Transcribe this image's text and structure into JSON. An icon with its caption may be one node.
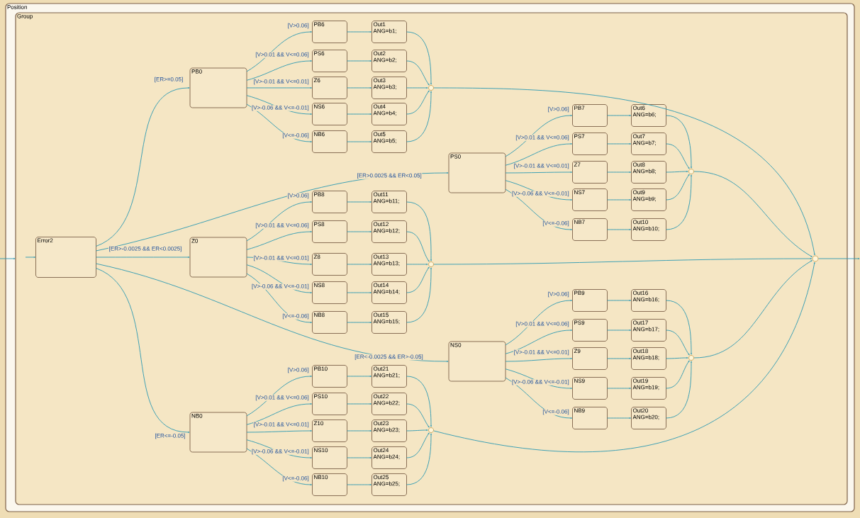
{
  "diagram": {
    "nodes": [
      {
        "text": [
          "Position"
        ]
      },
      {
        "text": [
          "Group"
        ],
        "in": 0
      },
      {
        "text": [
          "Error2"
        ],
        "in": 1
      },
      {
        "text": [
          "PB0"
        ],
        "in": 1
      },
      {
        "text": [
          "PS0"
        ],
        "in": 1
      },
      {
        "text": [
          "Z0"
        ],
        "in": 1
      },
      {
        "text": [
          "NS0"
        ],
        "in": 1
      },
      {
        "text": [
          "NB0"
        ],
        "in": 1
      },
      {
        "text": [
          "PB6"
        ],
        "in": 1
      },
      {
        "text": [
          "Out1",
          "ANG=b1;"
        ],
        "in": 1
      },
      {
        "text": [
          "PS6"
        ],
        "in": 1
      },
      {
        "text": [
          "Out2",
          "ANG=b2;"
        ],
        "in": 1
      },
      {
        "text": [
          "Z6"
        ],
        "in": 1
      },
      {
        "text": [
          "Out3",
          "ANG=b3;"
        ],
        "in": 1
      },
      {
        "text": [
          "NS6"
        ],
        "in": 1
      },
      {
        "text": [
          "Out4",
          "ANG=b4;"
        ],
        "in": 1
      },
      {
        "text": [
          "NB6"
        ],
        "in": 1
      },
      {
        "text": [
          "Out5",
          "ANG=b5;"
        ],
        "in": 1
      },
      {
        "text": [
          "PB7"
        ],
        "in": 1
      },
      {
        "text": [
          "Out6",
          "ANG=b6;"
        ],
        "in": 1
      },
      {
        "text": [
          "PS7"
        ],
        "in": 1
      },
      {
        "text": [
          "Out7",
          "ANG=b7;"
        ],
        "in": 1
      },
      {
        "text": [
          "Z7"
        ],
        "in": 1
      },
      {
        "text": [
          "Out8",
          "ANG=b8;"
        ],
        "in": 1
      },
      {
        "text": [
          "NS7"
        ],
        "in": 1
      },
      {
        "text": [
          "Out9",
          "ANG=b9;"
        ],
        "in": 1
      },
      {
        "text": [
          "NB7"
        ],
        "in": 1
      },
      {
        "text": [
          "Out10",
          "ANG=b10;"
        ],
        "in": 1
      },
      {
        "text": [
          "PB8"
        ],
        "in": 1
      },
      {
        "text": [
          "Out11",
          "ANG=b11;"
        ],
        "in": 1
      },
      {
        "text": [
          "PS8"
        ],
        "in": 1
      },
      {
        "text": [
          "Out12",
          "ANG=b12;"
        ],
        "in": 1
      },
      {
        "text": [
          "Z8"
        ],
        "in": 1
      },
      {
        "text": [
          "Out13",
          "ANG=b13;"
        ],
        "in": 1
      },
      {
        "text": [
          "NS8"
        ],
        "in": 1
      },
      {
        "text": [
          "Out14",
          "ANG=b14;"
        ],
        "in": 1
      },
      {
        "text": [
          "NB8"
        ],
        "in": 1
      },
      {
        "text": [
          "Out15",
          "ANG=b15;"
        ],
        "in": 1
      },
      {
        "text": [
          "PB9"
        ],
        "in": 1
      },
      {
        "text": [
          "Out16",
          "ANG=b16;"
        ],
        "in": 1
      },
      {
        "text": [
          "PS9"
        ],
        "in": 1
      },
      {
        "text": [
          "Out17",
          "ANG=b17;"
        ],
        "in": 1
      },
      {
        "text": [
          "Z9"
        ],
        "in": 1
      },
      {
        "text": [
          "Out18",
          "ANG=b18;"
        ],
        "in": 1
      },
      {
        "text": [
          "NS9"
        ],
        "in": 1
      },
      {
        "text": [
          "Out19",
          "ANG=b19;"
        ],
        "in": 1
      },
      {
        "text": [
          "NB9"
        ],
        "in": 1
      },
      {
        "text": [
          "Out20",
          "ANG=b20;"
        ],
        "in": 1
      },
      {
        "text": [
          "PB10"
        ],
        "in": 1
      },
      {
        "text": [
          "Out21",
          "ANG=b21;"
        ],
        "in": 1
      },
      {
        "text": [
          "PS10"
        ],
        "in": 1
      },
      {
        "text": [
          "Out22",
          "ANG=b22;"
        ],
        "in": 1
      },
      {
        "text": [
          "Z10"
        ],
        "in": 1
      },
      {
        "text": [
          "Out23",
          "ANG=b23;"
        ],
        "in": 1
      },
      {
        "text": [
          "NS10"
        ],
        "in": 1
      },
      {
        "text": [
          "Out24",
          "ANG=b24;"
        ],
        "in": 1
      },
      {
        "text": [
          "NB10"
        ],
        "in": 1
      },
      {
        "text": [
          "Out25",
          "ANG=b25;"
        ],
        "in": 1
      },
      {
        "text": [],
        "shape": "circle",
        "in": 1
      },
      {
        "text": [],
        "shape": "circle",
        "in": 1
      },
      {
        "text": [],
        "shape": "circle",
        "in": 1
      },
      {
        "text": [],
        "shape": "circle",
        "in": 1
      },
      {
        "text": [],
        "shape": "circle",
        "in": 1
      },
      {
        "text": [],
        "shape": "circle",
        "in": 1
      }
    ],
    "edges": [
      {
        "from": null,
        "to": 1,
        "arrow": "to"
      },
      {
        "from": null,
        "to": 2,
        "arrow": "to"
      },
      {
        "from": 2,
        "to": 3,
        "arrow": "to",
        "label": "[ER>=0.05]"
      },
      {
        "from": 2,
        "to": 4,
        "arrow": "to",
        "label": "[ER>0.0025 && ER<0.05]"
      },
      {
        "from": 2,
        "to": 5,
        "arrow": "to",
        "label": "[ER>-0.0025 && ER<0.0025]"
      },
      {
        "from": 2,
        "to": 6,
        "arrow": "to",
        "label": "[ER<-0.0025 && ER>-0.05]"
      },
      {
        "from": 2,
        "to": 7,
        "arrow": "to",
        "label": "[ER<=-0.05]"
      },
      {
        "from": 3,
        "to": 8,
        "arrow": "to",
        "label": "[V>0.06]"
      },
      {
        "from": 8,
        "to": 9,
        "arrow": "to"
      },
      {
        "from": 9,
        "to": 58,
        "arrow": "to"
      },
      {
        "from": 3,
        "to": 10,
        "arrow": "to",
        "label": "[V>0.01 && V<=0.06]"
      },
      {
        "from": 10,
        "to": 11,
        "arrow": "to"
      },
      {
        "from": 11,
        "to": 58,
        "arrow": "to"
      },
      {
        "from": 3,
        "to": 12,
        "arrow": "to",
        "label": "[V>-0.01 && V<=0.01]"
      },
      {
        "from": 12,
        "to": 13,
        "arrow": "to"
      },
      {
        "from": 13,
        "to": 58,
        "arrow": "to"
      },
      {
        "from": 3,
        "to": 14,
        "arrow": "to",
        "label": "[V>-0.06 && V<=-0.01]"
      },
      {
        "from": 14,
        "to": 15,
        "arrow": "to"
      },
      {
        "from": 15,
        "to": 58,
        "arrow": "to"
      },
      {
        "from": 3,
        "to": 16,
        "arrow": "to",
        "label": "[V<=-0.06]"
      },
      {
        "from": 16,
        "to": 17,
        "arrow": "to"
      },
      {
        "from": 17,
        "to": 58,
        "arrow": "to"
      },
      {
        "from": 4,
        "to": 18,
        "arrow": "to",
        "label": "[V>0.06]"
      },
      {
        "from": 18,
        "to": 19,
        "arrow": "to"
      },
      {
        "from": 19,
        "to": 59,
        "arrow": "to"
      },
      {
        "from": 4,
        "to": 20,
        "arrow": "to",
        "label": "[V>0.01 && V<=0.06]"
      },
      {
        "from": 20,
        "to": 21,
        "arrow": "to"
      },
      {
        "from": 21,
        "to": 59,
        "arrow": "to"
      },
      {
        "from": 4,
        "to": 22,
        "arrow": "to",
        "label": "[V>-0.01 && V<=0.01]"
      },
      {
        "from": 22,
        "to": 23,
        "arrow": "to"
      },
      {
        "from": 23,
        "to": 59,
        "arrow": "to"
      },
      {
        "from": 4,
        "to": 24,
        "arrow": "to",
        "label": "[V>-0.06 && V<=-0.01]"
      },
      {
        "from": 24,
        "to": 25,
        "arrow": "to"
      },
      {
        "from": 25,
        "to": 59,
        "arrow": "to"
      },
      {
        "from": 4,
        "to": 26,
        "arrow": "to",
        "label": "[V<=-0.06]"
      },
      {
        "from": 26,
        "to": 27,
        "arrow": "to"
      },
      {
        "from": 27,
        "to": 59,
        "arrow": "to"
      },
      {
        "from": 5,
        "to": 28,
        "arrow": "to",
        "label": "[V>0.06]"
      },
      {
        "from": 28,
        "to": 29,
        "arrow": "to"
      },
      {
        "from": 29,
        "to": 60,
        "arrow": "to"
      },
      {
        "from": 5,
        "to": 30,
        "arrow": "to",
        "label": "[V>0.01 && V<=0.06]"
      },
      {
        "from": 30,
        "to": 31,
        "arrow": "to"
      },
      {
        "from": 31,
        "to": 60,
        "arrow": "to"
      },
      {
        "from": 5,
        "to": 32,
        "arrow": "to",
        "label": "[V>-0.01 && V<=0.01]"
      },
      {
        "from": 32,
        "to": 33,
        "arrow": "to"
      },
      {
        "from": 33,
        "to": 60,
        "arrow": "to"
      },
      {
        "from": 5,
        "to": 34,
        "arrow": "to",
        "label": "[V>-0.06 && V<=-0.01]"
      },
      {
        "from": 34,
        "to": 35,
        "arrow": "to"
      },
      {
        "from": 35,
        "to": 60,
        "arrow": "to"
      },
      {
        "from": 5,
        "to": 36,
        "arrow": "to",
        "label": "[V<=-0.06]"
      },
      {
        "from": 36,
        "to": 37,
        "arrow": "to"
      },
      {
        "from": 37,
        "to": 60,
        "arrow": "to"
      },
      {
        "from": 6,
        "to": 38,
        "arrow": "to",
        "label": "[V>0.06]"
      },
      {
        "from": 38,
        "to": 39,
        "arrow": "to"
      },
      {
        "from": 39,
        "to": 61,
        "arrow": "to"
      },
      {
        "from": 6,
        "to": 40,
        "arrow": "to",
        "label": "[V>0.01 && V<=0.06]"
      },
      {
        "from": 40,
        "to": 41,
        "arrow": "to"
      },
      {
        "from": 41,
        "to": 61,
        "arrow": "to"
      },
      {
        "from": 6,
        "to": 42,
        "arrow": "to",
        "label": "[V>-0.01 && V<=0.01]"
      },
      {
        "from": 42,
        "to": 43,
        "arrow": "to"
      },
      {
        "from": 43,
        "to": 61,
        "arrow": "to"
      },
      {
        "from": 6,
        "to": 44,
        "arrow": "to",
        "label": "[V>-0.06 && V<=-0.01]"
      },
      {
        "from": 44,
        "to": 45,
        "arrow": "to"
      },
      {
        "from": 45,
        "to": 61,
        "arrow": "to"
      },
      {
        "from": 6,
        "to": 46,
        "arrow": "to",
        "label": "[V<=-0.06]"
      },
      {
        "from": 46,
        "to": 47,
        "arrow": "to"
      },
      {
        "from": 47,
        "to": 61,
        "arrow": "to"
      },
      {
        "from": 7,
        "to": 48,
        "arrow": "to",
        "label": "[V>0.06]"
      },
      {
        "from": 48,
        "to": 49,
        "arrow": "to"
      },
      {
        "from": 49,
        "to": 62,
        "arrow": "to"
      },
      {
        "from": 7,
        "to": 50,
        "arrow": "to",
        "label": "[V>0.01 && V<=0.06]"
      },
      {
        "from": 50,
        "to": 51,
        "arrow": "to"
      },
      {
        "from": 51,
        "to": 62,
        "arrow": "to"
      },
      {
        "from": 7,
        "to": 52,
        "arrow": "to",
        "label": "[V>-0.01 && V<=0.01]"
      },
      {
        "from": 52,
        "to": 53,
        "arrow": "to"
      },
      {
        "from": 53,
        "to": 62,
        "arrow": "to"
      },
      {
        "from": 7,
        "to": 54,
        "arrow": "to",
        "label": "[V>-0.06 && V<=-0.01]"
      },
      {
        "from": 54,
        "to": 55,
        "arrow": "to"
      },
      {
        "from": 55,
        "to": 62,
        "arrow": "to"
      },
      {
        "from": 7,
        "to": 56,
        "arrow": "to",
        "label": "[V<=-0.06]"
      },
      {
        "from": 56,
        "to": 57,
        "arrow": "to"
      },
      {
        "from": 57,
        "to": 62,
        "arrow": "to"
      },
      {
        "from": 58,
        "to": 63,
        "arrow": "to"
      },
      {
        "from": 59,
        "to": 63,
        "arrow": "to"
      },
      {
        "from": 60,
        "to": 63,
        "arrow": "to"
      },
      {
        "from": 61,
        "to": 63,
        "arrow": "to"
      },
      {
        "from": 62,
        "to": 63,
        "arrow": "to"
      },
      {
        "from": 63,
        "to": null,
        "arrow": "to"
      }
    ]
  }
}
